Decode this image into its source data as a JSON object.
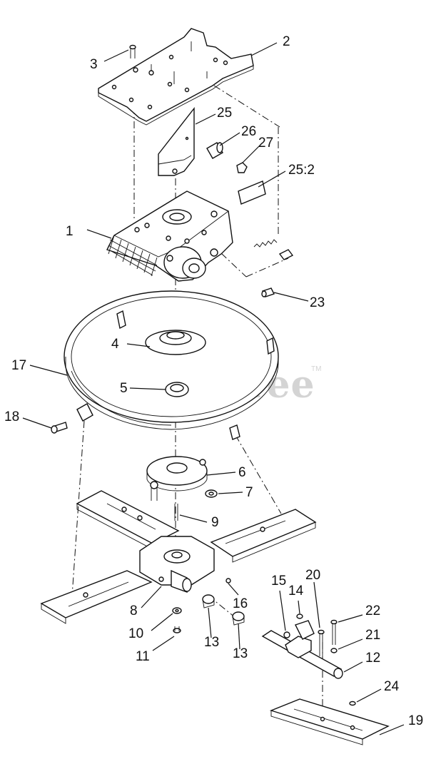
{
  "watermark": {
    "text": "PartsTree",
    "trademark": "TM"
  },
  "callouts": [
    "1",
    "2",
    "3",
    "4",
    "5",
    "6",
    "7",
    "8",
    "9",
    "10",
    "11",
    "12",
    "13",
    "13",
    "14",
    "15",
    "16",
    "17",
    "18",
    "19",
    "20",
    "21",
    "22",
    "23",
    "24",
    "25",
    "25:2",
    "26",
    "27"
  ]
}
